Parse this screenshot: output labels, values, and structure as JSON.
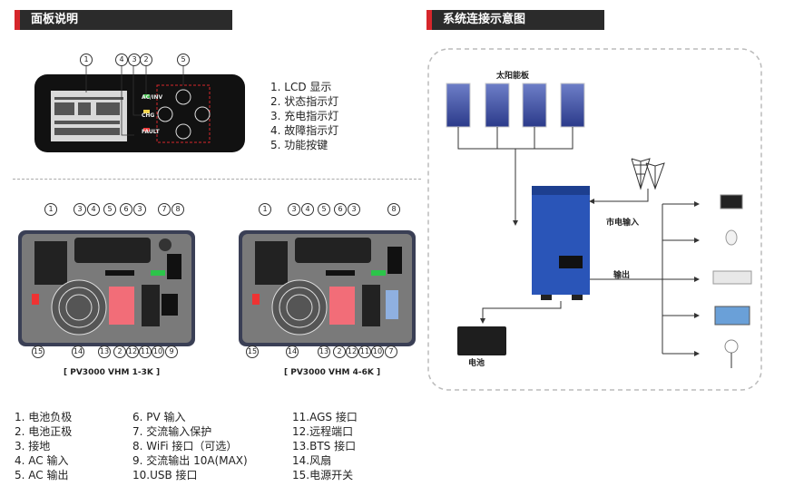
{
  "sections": {
    "panel_title": "面板说明",
    "system_title": "系统连接示意图"
  },
  "panel_list": [
    "1.  LCD 显示",
    "2.  状态指示灯",
    "3.  充电指示灯",
    "4.  故障指示灯",
    "5.  功能按键"
  ],
  "panel_leds": {
    "ac": "AC/INV",
    "chg": "CHG",
    "fault": "FAULT"
  },
  "rear_labels": {
    "left": "[ PV3000 VHM 1-3K ]",
    "right": "[ PV3000 VHM 4-6K ]"
  },
  "legend_col1": [
    "1.  电池负极",
    "2.  电池正极",
    "3.  接地",
    "4.  AC 输入",
    "5.  AC 输出"
  ],
  "legend_col2": [
    "6.  PV 输入",
    "7.  交流输入保护",
    "8.  WiFi 接口（可选）",
    "9.  交流输出 10A(MAX)",
    "10.USB 接口"
  ],
  "legend_col3": [
    "11.AGS 接口",
    "12.远程端口",
    "13.BTS 接口",
    "14.风扇",
    "15.电源开关"
  ],
  "system": {
    "solar_label": "太阳能板",
    "grid_label": "市电输入",
    "output_label": "输出",
    "battery_label": "电池"
  },
  "colors": {
    "accent_red": "#d6262b",
    "header_bg": "#2b2b2b",
    "inverter_blue": "#2a55b8"
  }
}
